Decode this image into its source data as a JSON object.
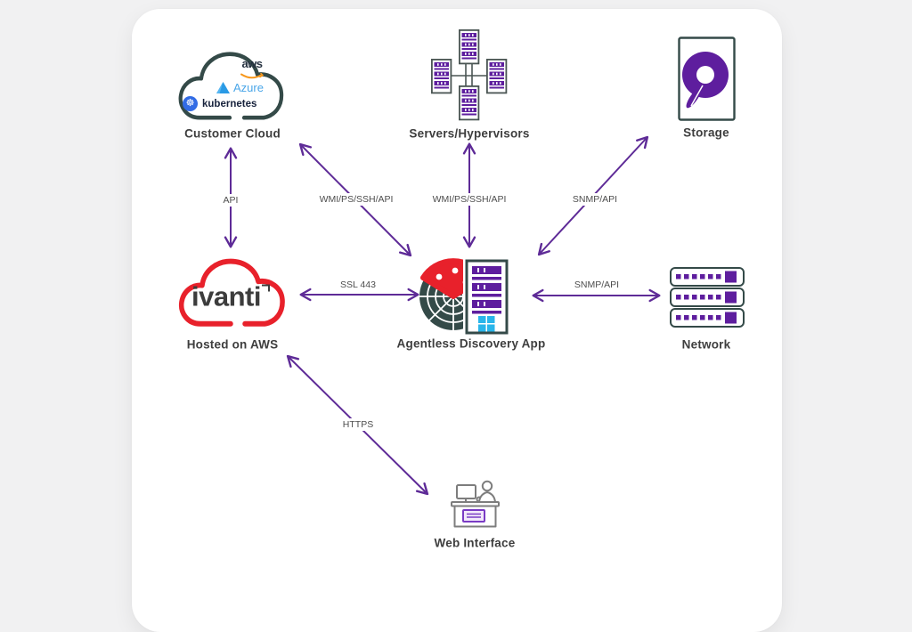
{
  "colors": {
    "arrow_purple": "#5e2b97",
    "icon_purple": "#5e1e9e",
    "dark_outline": "#344a48",
    "ivanti_red": "#e8212b",
    "azure_blue": "#2a9ae5",
    "kubernetes_blue": "#326ce5",
    "aws_orange": "#f7981d",
    "windows_blue": "#29b5ea"
  },
  "icons": {
    "kubernetes_wheel_glyph": "☸"
  },
  "nodes": {
    "customer_cloud": {
      "label": "Customer Cloud",
      "logos": {
        "aws": "aws",
        "azure": "Azure",
        "kubernetes": "kubernetes"
      }
    },
    "servers": {
      "label": "Servers/Hypervisors"
    },
    "storage": {
      "label": "Storage"
    },
    "ivanti_cloud": {
      "label": "Hosted on AWS",
      "logo": "ivanti"
    },
    "app": {
      "label": "Agentless Discovery App"
    },
    "network": {
      "label": "Network"
    },
    "web": {
      "label": "Web Interface"
    }
  },
  "connections": [
    {
      "from": "customer_cloud",
      "to": "ivanti_cloud",
      "label": "API"
    },
    {
      "from": "customer_cloud",
      "to": "app",
      "label": "WMI/PS/SSH/API"
    },
    {
      "from": "servers",
      "to": "app",
      "label": "WMI/PS/SSH/API"
    },
    {
      "from": "storage",
      "to": "app",
      "label": "SNMP/API"
    },
    {
      "from": "ivanti_cloud",
      "to": "app",
      "label": "SSL 443"
    },
    {
      "from": "app",
      "to": "network",
      "label": "SNMP/API"
    },
    {
      "from": "ivanti_cloud",
      "to": "web",
      "label": "HTTPS"
    }
  ]
}
